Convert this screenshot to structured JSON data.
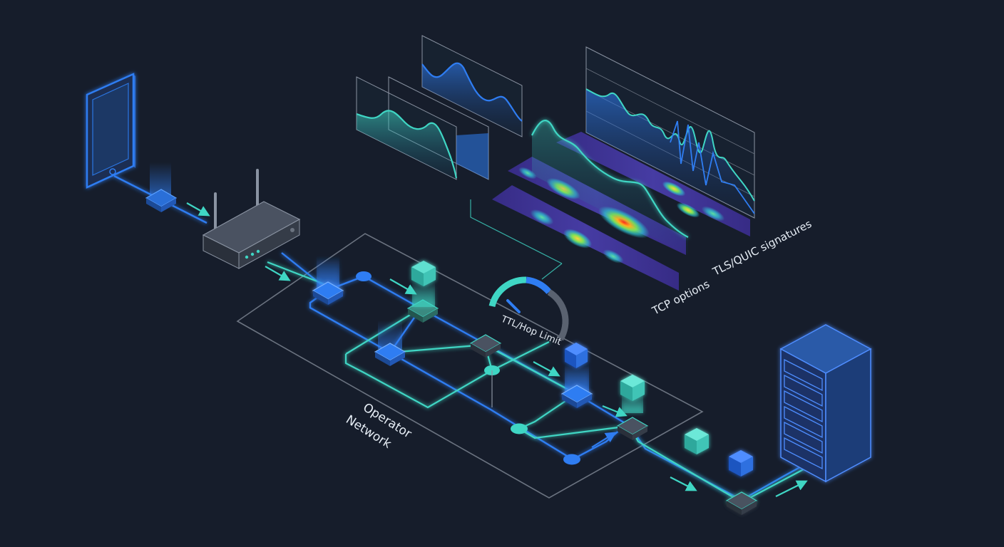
{
  "labels": {
    "operator_line1": "Operator",
    "operator_line2": "Network",
    "ttl": "TTL/Hop Limit",
    "tcp": "TCP options",
    "tls": "TLS/QUIC signatures"
  },
  "colors": {
    "background": "#161d2b",
    "blue": "#2f7df2",
    "teal": "#3fd6c4",
    "grid": "#6b7380",
    "device": "#2d333f"
  },
  "icons": [
    "phone-icon",
    "router-icon",
    "server-icon",
    "gauge-icon",
    "packet-cube-icon"
  ]
}
